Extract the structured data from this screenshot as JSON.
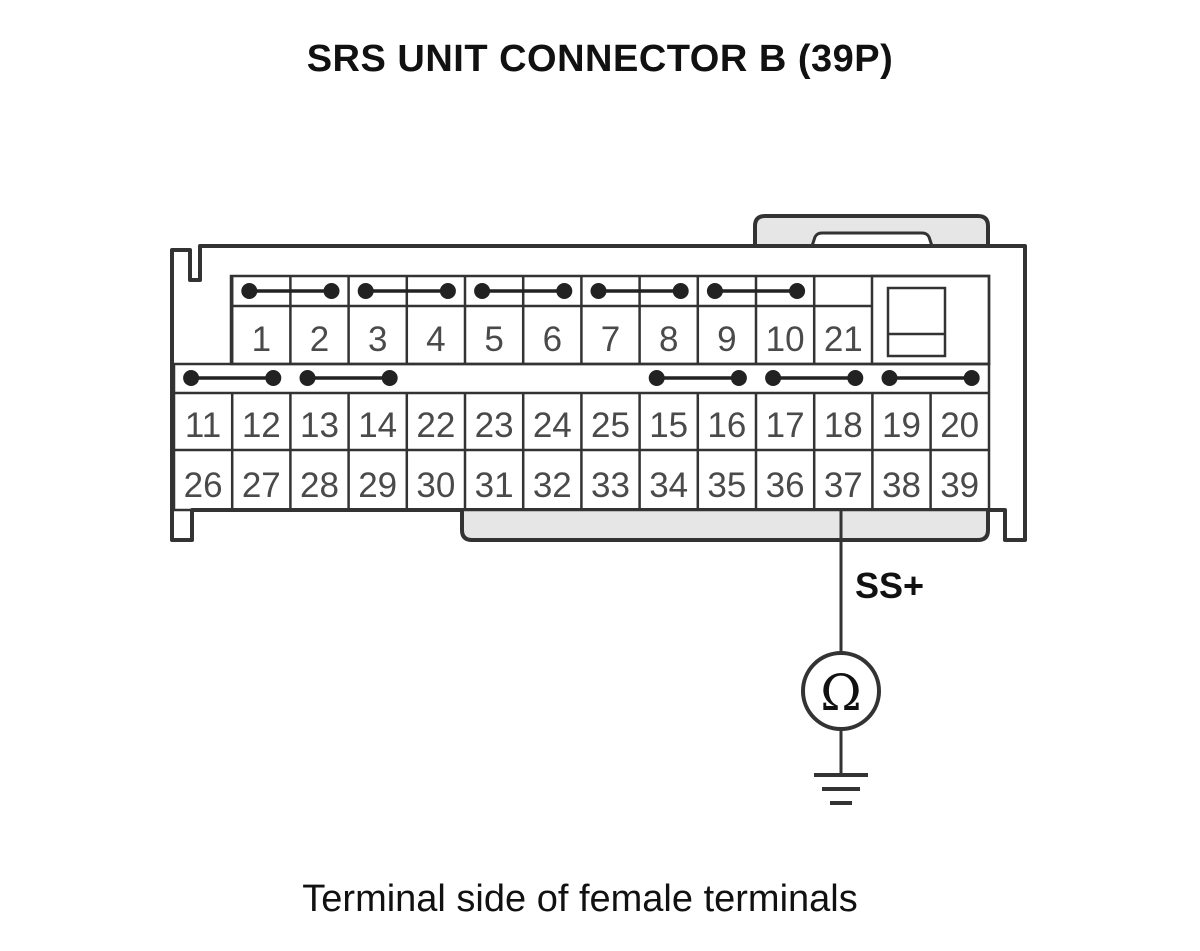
{
  "title": "SRS UNIT CONNECTOR B (39P)",
  "caption": "Terminal side of female terminals",
  "probe": {
    "terminal": "37",
    "label": "SS+",
    "meter_symbol": "Ω",
    "meter_icon": "ohmmeter-icon",
    "ground_icon": "ground-icon"
  },
  "connector": {
    "rows": [
      [
        "",
        "1",
        "2",
        "3",
        "4",
        "5",
        "6",
        "7",
        "8",
        "9",
        "10",
        "21",
        ""
      ],
      [
        "11",
        "12",
        "13",
        "14",
        "22",
        "23",
        "24",
        "25",
        "15",
        "16",
        "17",
        "18",
        "19",
        "20"
      ],
      [
        "26",
        "27",
        "28",
        "29",
        "30",
        "31",
        "32",
        "33",
        "34",
        "35",
        "36",
        "37",
        "38",
        "39"
      ]
    ],
    "shorting_bars": [
      [
        "1",
        "2"
      ],
      [
        "3",
        "4"
      ],
      [
        "5",
        "6"
      ],
      [
        "7",
        "8"
      ],
      [
        "9",
        "10"
      ],
      [
        "11",
        "12"
      ],
      [
        "13",
        "14"
      ],
      [
        "15",
        "16"
      ],
      [
        "17",
        "18"
      ],
      [
        "19",
        "20"
      ]
    ]
  },
  "colors": {
    "line": "#333333",
    "text": "#4a4a4a",
    "lock": "#e6e6e6"
  }
}
